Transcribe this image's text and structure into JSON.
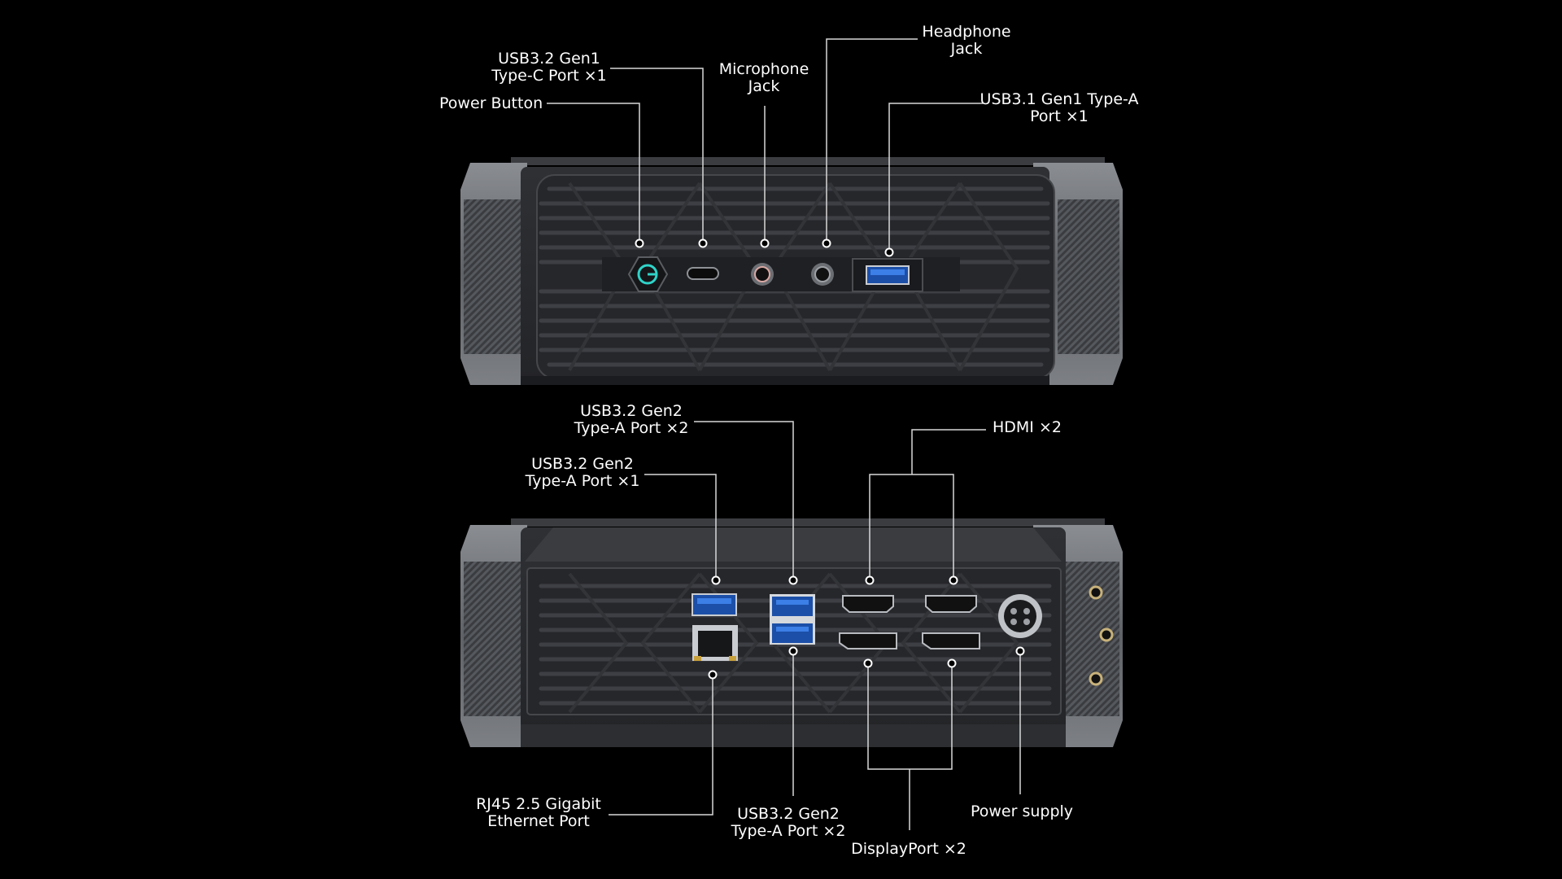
{
  "front_panel": {
    "power_button": "Power Button",
    "usb_c": [
      "USB3.2 Gen1",
      "Type-C Port ×1"
    ],
    "mic_jack": [
      "Microphone",
      "Jack"
    ],
    "headphone_jack": [
      "Headphone",
      "Jack"
    ],
    "usb_a": [
      "USB3.1 Gen1 Type-A",
      "Port ×1"
    ]
  },
  "rear_panel": {
    "usb_a_gen2_x1": [
      "USB3.2 Gen2",
      "Type-A Port ×1"
    ],
    "usb_a_gen2_x2_top": [
      "USB3.2 Gen2",
      "Type-A Port ×2"
    ],
    "hdmi": "HDMI ×2",
    "rj45": [
      "RJ45  2.5 Gigabit",
      "Ethernet Port"
    ],
    "usb_a_gen2_x2_bottom": [
      "USB3.2 Gen2",
      "Type-A Port ×2"
    ],
    "displayport": "DisplayPort ×2",
    "power_supply": "Power supply"
  },
  "colors": {
    "background": "#000000",
    "chassis": "#2b2d31",
    "accent": "#2fd3c8",
    "usb_blue": "#2f6fd6",
    "line": "#d8d8d8"
  }
}
